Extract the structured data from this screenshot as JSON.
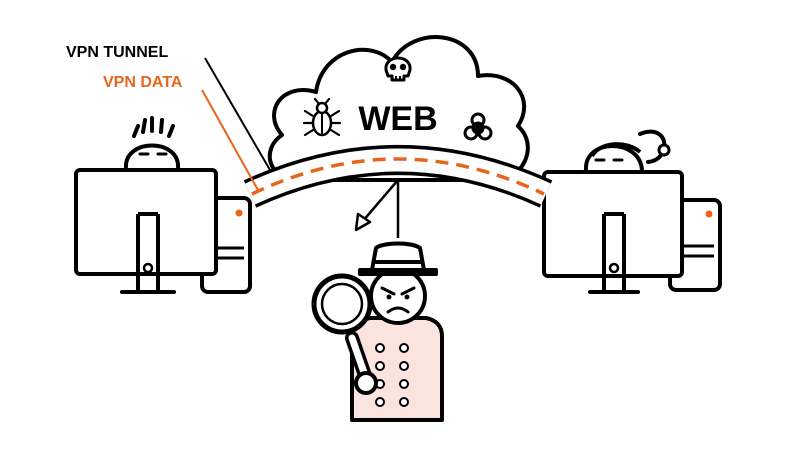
{
  "labels": {
    "tunnel": "VPN TUNNEL",
    "data": "VPN DATA",
    "web": "WEB"
  },
  "colors": {
    "accent": "#e8641b",
    "stroke": "#000000",
    "spy_coat": "#fbe4e0",
    "background": "#ffffff"
  },
  "icons": [
    "skull-icon",
    "bug-icon",
    "biohazard-icon",
    "magnifying-glass-icon"
  ]
}
